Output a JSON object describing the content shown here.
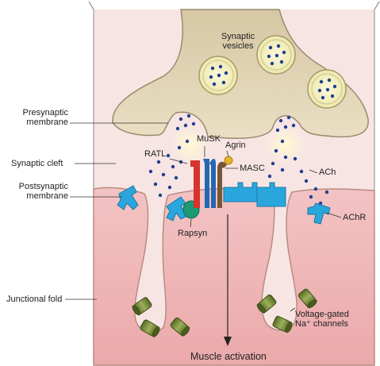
{
  "labels": {
    "synaptic_vesicles": [
      "Synaptic",
      "vesicles"
    ],
    "presynaptic_membrane": [
      "Presynaptic",
      "membrane"
    ],
    "synaptic_cleft": "Synaptic cleft",
    "postsynaptic_membrane": [
      "Postsynaptic",
      "membrane"
    ],
    "junctional_fold": "Junctional fold",
    "ratl": "RATL",
    "musk": "MuSK",
    "agrin": "Agrin",
    "masc": "MASC",
    "ach": "ACh",
    "achr": "AChR",
    "rapsyn": "Rapsyn",
    "voltage_gated": [
      "Voltage-gated",
      "Na⁺ channels"
    ],
    "muscle_activation": "Muscle activation"
  },
  "colors": {
    "background": "#f7e5e4",
    "nerve_terminal": "#e3d6b9",
    "nerve_outline": "#9a8a6c",
    "vesicle_fill": "#f7f3c8",
    "ach_dot": "#1f3f8f",
    "muscle": "#f0b7b8",
    "muscle_outline": "#b98b80",
    "achr": "#2aa6dd",
    "ratl": "#d8322e",
    "musk": "#2467b3",
    "masc": "#7a5734",
    "agrin": "#e7b52a",
    "rapsyn": "#1c9a74",
    "na_channel": "#7b8f3c"
  }
}
